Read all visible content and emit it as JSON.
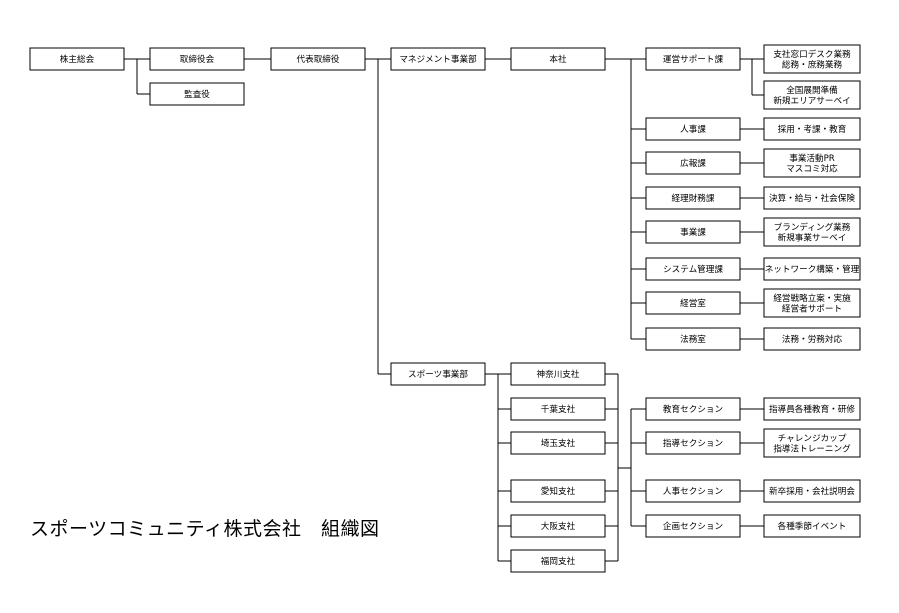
{
  "title": "スポーツコミュニティ株式会社　組織図",
  "nodes": {
    "shareholders": "株主総会",
    "board": "取締役会",
    "auditor": "監査役",
    "ceo": "代表取締役",
    "mgmt": "マネジメント事業部",
    "sports": "スポーツ事業部",
    "hq": "本社",
    "ops_support": "運営サポート課",
    "ops_task1": [
      "支社窓口デスク業務",
      "総務・庶務業務"
    ],
    "ops_task2": [
      "全国展開準備",
      "新規エリアサーベイ"
    ],
    "hr": "人事課",
    "hr_task": [
      "採用・考課・教育"
    ],
    "pr": "広報課",
    "pr_task": [
      "事業活動PR",
      "マスコミ対応"
    ],
    "finance": "経理財務課",
    "finance_task": [
      "決算・給与・社会保険"
    ],
    "business": "事業課",
    "business_task": [
      "ブランディング業務",
      "新規事業サーベイ"
    ],
    "system": "システム管理課",
    "system_task": [
      "ネットワーク構築・管理"
    ],
    "mgmt_office": "経営室",
    "mgmt_office_task": [
      "経営戦略立案・実施",
      "経営者サポート"
    ],
    "legal": "法務室",
    "legal_task": [
      "法務・労務対応"
    ],
    "kanagawa": "神奈川支社",
    "chiba": "千葉支社",
    "saitama": "埼玉支社",
    "aichi": "愛知支社",
    "osaka": "大阪支社",
    "fukuoka": "福岡支社",
    "edu_sec": "教育セクション",
    "edu_task": [
      "指導員各種教育・研修"
    ],
    "coach_sec": "指導セクション",
    "coach_task": [
      "チャレンジカップ",
      "指導法トレーニング"
    ],
    "hr_sec": "人事セクション",
    "hr_sec_task": [
      "新卒採用・会社説明会"
    ],
    "plan_sec": "企画セクション",
    "plan_task": [
      "各種季節イベント"
    ]
  }
}
